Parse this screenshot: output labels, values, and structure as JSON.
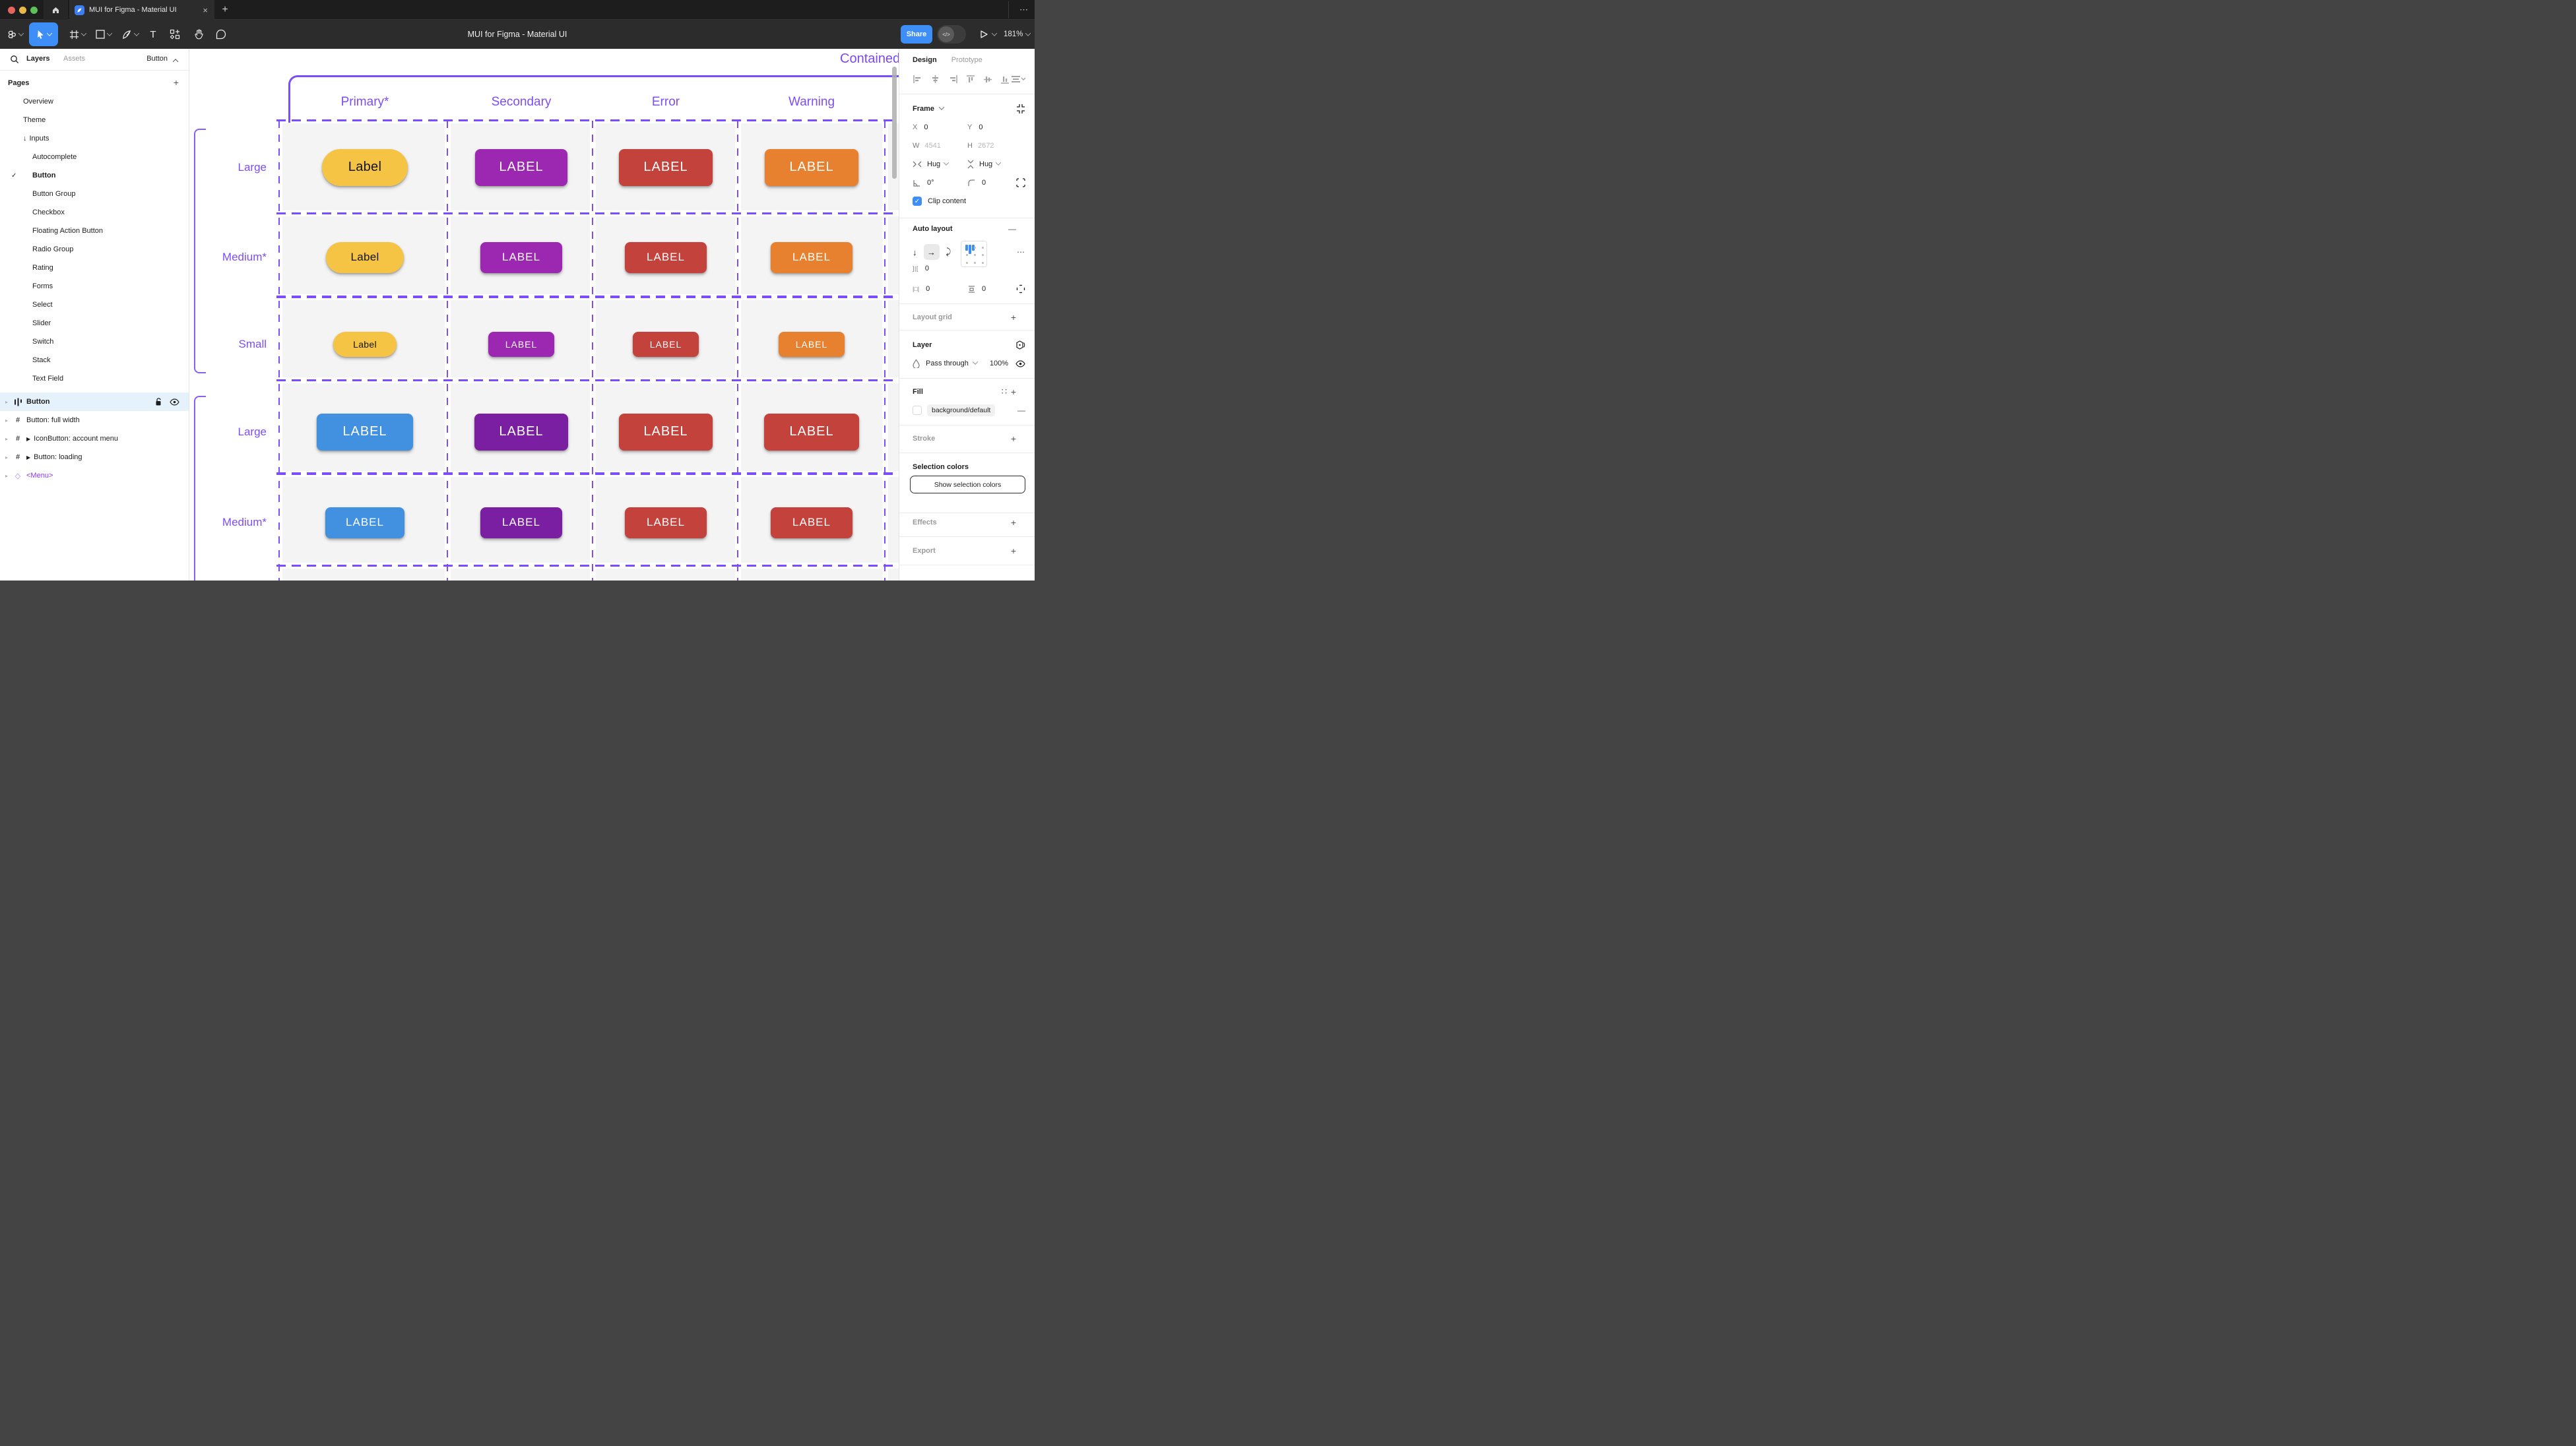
{
  "window": {
    "tab_title": "MUI for Figma - Material UI",
    "doc_title": "MUI for Figma - Material UI",
    "close_glyph": "×",
    "new_tab_glyph": "+",
    "ellipsis_glyph": "⋯"
  },
  "toolbar": {
    "share_label": "Share",
    "devmode_glyph": "</>",
    "zoom_level": "181%"
  },
  "sidebar": {
    "tab_layers": "Layers",
    "tab_assets": "Assets",
    "page_selector": "Button",
    "pages_header": "Pages",
    "pages_add_glyph": "+",
    "check_glyph": "✓",
    "inputs_arrow_glyph": "↓",
    "pages": [
      {
        "label": "Overview",
        "level": 0
      },
      {
        "label": "Theme",
        "level": 0
      },
      {
        "label": "Inputs",
        "level": 0,
        "prefix": true
      },
      {
        "label": "Autocomplete",
        "level": 1
      },
      {
        "label": "Button",
        "level": 1,
        "checked": true
      },
      {
        "label": "Button Group",
        "level": 1
      },
      {
        "label": "Checkbox",
        "level": 1
      },
      {
        "label": "Floating Action Button",
        "level": 1
      },
      {
        "label": "Radio Group",
        "level": 1
      },
      {
        "label": "Rating",
        "level": 1
      },
      {
        "label": "Forms",
        "level": 1
      },
      {
        "label": "Select",
        "level": 1
      },
      {
        "label": "Slider",
        "level": 1
      },
      {
        "label": "Switch",
        "level": 1
      },
      {
        "label": "Stack",
        "level": 1
      },
      {
        "label": "Text Field",
        "level": 1
      }
    ],
    "layers": [
      {
        "label": "Button",
        "icon": "auto-layout",
        "selected": true
      },
      {
        "label": "Button: full width",
        "icon": "frame"
      },
      {
        "label": "IconButton: account menu",
        "icon": "frame",
        "component_arrow": true
      },
      {
        "label": "Button: loading",
        "icon": "frame",
        "component_arrow": true
      },
      {
        "label": "<Menu>",
        "icon": "component",
        "purple": true
      }
    ],
    "caret_glyph": "▸",
    "component_arrow_glyph": "▶",
    "frame_icon_glyph": "#",
    "diamond_glyph": "◇"
  },
  "canvas": {
    "frame_title": "Contained",
    "columns": [
      "Primary*",
      "Secondary",
      "Error",
      "Warning"
    ],
    "colors": {
      "amber": "#F6C445",
      "secondary_purple": "#9C27B0",
      "error_red": "#C4423C",
      "warning_orange": "#E8812F",
      "primary_blue": "#4291E0",
      "deep_purple": "#7B1FA2",
      "annotation_purple": "#7C4DFF"
    },
    "button_rows": [
      {
        "label": "Large",
        "size": "lg",
        "buttons": [
          {
            "text": "Label",
            "color": "amber",
            "dark_text": true,
            "pill": true
          },
          {
            "text": "LABEL",
            "color": "secondary_purple"
          },
          {
            "text": "LABEL",
            "color": "error_red"
          },
          {
            "text": "LABEL",
            "color": "warning_orange"
          }
        ]
      },
      {
        "label": "Medium*",
        "size": "md",
        "buttons": [
          {
            "text": "Label",
            "color": "amber",
            "dark_text": true,
            "pill": true
          },
          {
            "text": "LABEL",
            "color": "secondary_purple"
          },
          {
            "text": "LABEL",
            "color": "error_red"
          },
          {
            "text": "LABEL",
            "color": "warning_orange"
          }
        ]
      },
      {
        "label": "Small",
        "size": "sm",
        "buttons": [
          {
            "text": "Label",
            "color": "amber",
            "dark_text": true,
            "pill": true
          },
          {
            "text": "LABEL",
            "color": "secondary_purple"
          },
          {
            "text": "LABEL",
            "color": "error_red"
          },
          {
            "text": "LABEL",
            "color": "warning_orange"
          }
        ]
      },
      {
        "label": "Large",
        "size": "lg",
        "buttons": [
          {
            "text": "LABEL",
            "color": "primary_blue"
          },
          {
            "text": "LABEL",
            "color": "deep_purple"
          },
          {
            "text": "LABEL",
            "color": "error_red"
          },
          {
            "text": "LABEL",
            "color": "error_red"
          }
        ]
      },
      {
        "label": "Medium*",
        "size": "md",
        "buttons": [
          {
            "text": "LABEL",
            "color": "primary_blue"
          },
          {
            "text": "LABEL",
            "color": "deep_purple"
          },
          {
            "text": "LABEL",
            "color": "error_red"
          },
          {
            "text": "LABEL",
            "color": "error_red"
          }
        ]
      }
    ]
  },
  "inspector": {
    "tab_design": "Design",
    "tab_prototype": "Prototype",
    "frame": {
      "title": "Frame",
      "x_label": "X",
      "x": "0",
      "y_label": "Y",
      "y": "0",
      "w_label": "W",
      "w": "4541",
      "h_label": "H",
      "h": "2672",
      "hug_h": "Hug",
      "hug_v": "Hug",
      "rotation": "0°",
      "radius": "0",
      "clip_label": "Clip content",
      "check_glyph": "✓"
    },
    "auto_layout": {
      "title": "Auto layout",
      "remove_glyph": "—",
      "dir_down_glyph": "↓",
      "dir_right_glyph": "→",
      "wrap_glyph": "⤸",
      "more_glyph": "⋯",
      "gap_icon_glyph": "]|[",
      "gap": "0",
      "pad_h_icon_glyph": "|□|",
      "pad_h": "0",
      "pad_v": "0"
    },
    "layout_grid": {
      "title": "Layout grid",
      "add_glyph": "+"
    },
    "layer": {
      "title": "Layer",
      "blend": "Pass through",
      "opacity": "100%"
    },
    "fill": {
      "title": "Fill",
      "styles_glyph": "∷",
      "add_glyph": "+",
      "token": "background/default",
      "remove_glyph": "—"
    },
    "stroke": {
      "title": "Stroke",
      "add_glyph": "+"
    },
    "selection_colors": {
      "title": "Selection colors",
      "button_label": "Show selection colors"
    },
    "effects": {
      "title": "Effects",
      "add_glyph": "+"
    },
    "export": {
      "title": "Export",
      "add_glyph": "+"
    }
  }
}
